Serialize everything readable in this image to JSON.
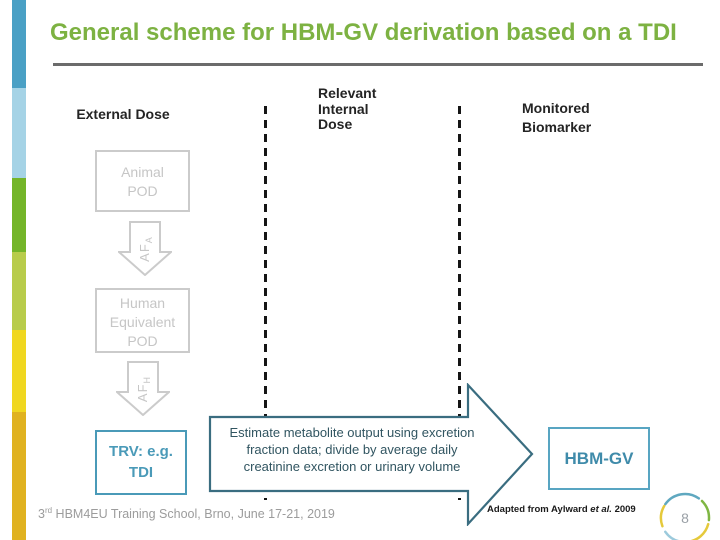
{
  "title": "General scheme for HBM-GV derivation based on a TDI",
  "columns": {
    "external": "External Dose",
    "internal": "Relevant\nInternal\nDose",
    "biomarker": "Monitored\nBiomarker"
  },
  "flow": {
    "animal_pod": "Animal\nPOD",
    "af_a_base": "AF",
    "af_a_sub": "A",
    "human_pod": "Human\nEquivalent\nPOD",
    "af_h_base": "AF",
    "af_h_sub": "H",
    "trv": "TRV: e.g.\nTDI",
    "estimate_note": "Estimate metabolite output using excretion\nfraction data; divide by average daily\ncreatinine excretion or urinary volume",
    "result": "HBM-GV"
  },
  "footer": {
    "event_prefix": "3",
    "event_sup": "rd",
    "event_rest": " HBM4EU Training School, Brno, June 17-21, 2019",
    "credit_prefix": "Adapted from Aylward ",
    "credit_italic": "et al.",
    "credit_suffix": " 2009",
    "page_number": "8"
  },
  "colors": {
    "title_green": "#7db242",
    "accent_teal": "#4a9ab8",
    "arrow_outline": "#3a6d80",
    "muted_gray": "#c6c6c6",
    "sidebar_segments": [
      "#4aa0c5",
      "#a5d3e6",
      "#74b529",
      "#b8cc4b",
      "#f0d71f",
      "#e0b220"
    ]
  }
}
